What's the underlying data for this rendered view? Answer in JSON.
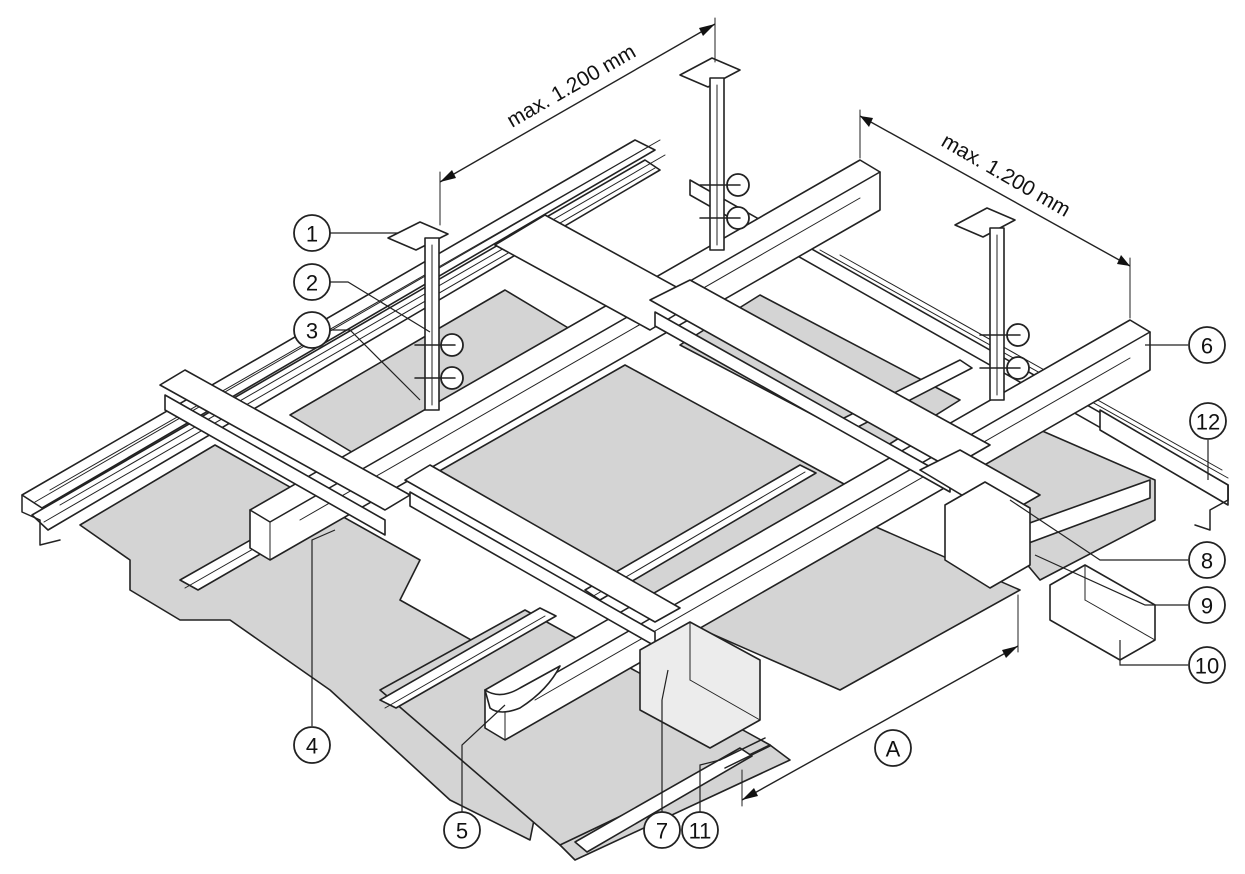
{
  "dimensions": {
    "top_label": "max. 1.200 mm",
    "right_label": "max. 1.200 mm",
    "bottom_label": "A"
  },
  "callouts": [
    "1",
    "2",
    "3",
    "4",
    "5",
    "6",
    "7",
    "8",
    "9",
    "10",
    "11",
    "12"
  ]
}
